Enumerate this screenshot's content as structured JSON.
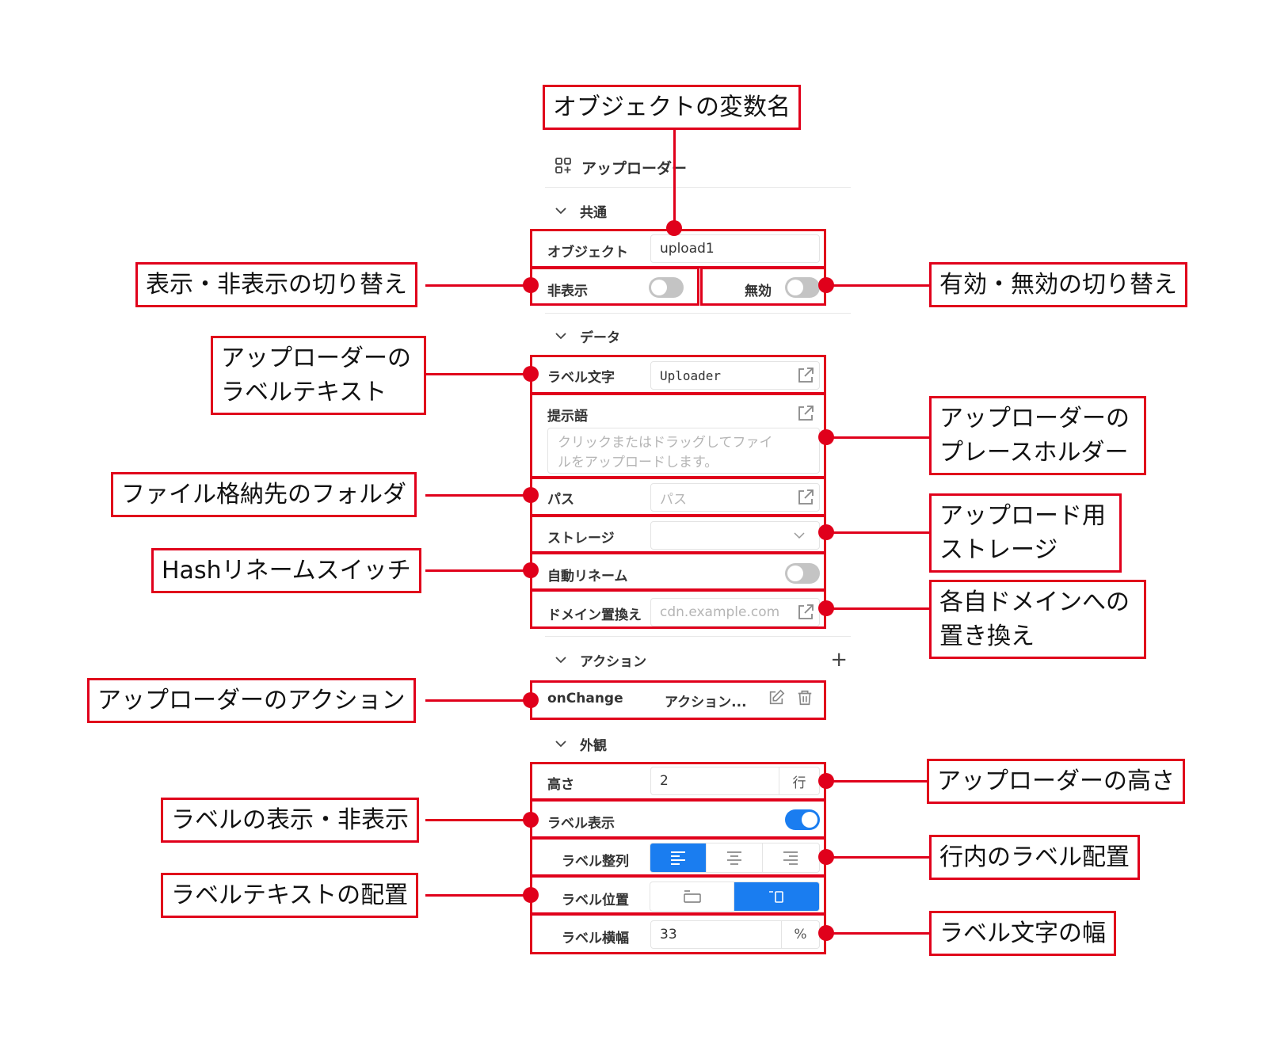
{
  "panel": {
    "title": "アップローダー",
    "sections": {
      "common": "共通",
      "data": "データ",
      "action": "アクション",
      "appearance": "外観"
    },
    "object": {
      "label": "オブジェクト",
      "value": "upload1"
    },
    "hidden": {
      "label": "非表示",
      "on": false
    },
    "disabled": {
      "label": "無効",
      "on": false
    },
    "label_text": {
      "label": "ラベル文字",
      "value": "Uploader"
    },
    "placeholder": {
      "label": "提示語",
      "value": "クリックまたはドラッグしてファイルをアップロードします。",
      "line1": "クリックまたはドラッグしてファイ",
      "line2": "ルをアップロードします。"
    },
    "path": {
      "label": "パス",
      "placeholder": "パス"
    },
    "storage": {
      "label": "ストレージ",
      "value": ""
    },
    "auto_rename": {
      "label": "自動リネーム",
      "on": false
    },
    "domain_replace": {
      "label": "ドメイン置換え",
      "placeholder": "cdn.example.com"
    },
    "action_row": {
      "event": "onChange",
      "action": "アクション..."
    },
    "height": {
      "label": "高さ",
      "value": "2",
      "unit": "行"
    },
    "label_visible": {
      "label": "ラベル表示",
      "on": true
    },
    "label_align": {
      "label": "ラベル整列",
      "options": [
        "left",
        "center",
        "right"
      ],
      "selected": "left"
    },
    "label_position": {
      "label": "ラベル位置",
      "options": [
        "top",
        "left"
      ],
      "selected": "left"
    },
    "label_width": {
      "label": "ラベル横幅",
      "value": "33",
      "unit": "%"
    }
  },
  "annotations": {
    "object_name": "オブジェクトの変数名",
    "hidden_toggle": "表示・非表示の切り替え",
    "enable_toggle": "有効・無効の切り替え",
    "label_text_1": "アップローダーの",
    "label_text_2": "ラベルテキスト",
    "placeholder_1": "アップローダーの",
    "placeholder_2": "プレースホルダー",
    "folder": "ファイル格納先のフォルダ",
    "storage_1": "アップロード用",
    "storage_2": "ストレージ",
    "hash_rename": "Hashリネームスイッチ",
    "domain_1": "各自ドメインへの",
    "domain_2": "置き換え",
    "action": "アップローダーのアクション",
    "height": "アップローダーの高さ",
    "label_visible": "ラベルの表示・非表示",
    "label_align": "行内のラベル配置",
    "label_position": "ラベルテキストの配置",
    "label_width": "ラベル文字の幅"
  },
  "colors": {
    "annotation": "#e0001b",
    "accent": "#1a7df0"
  }
}
